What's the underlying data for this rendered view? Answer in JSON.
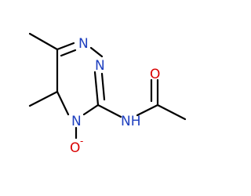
{
  "molecule": {
    "colors": {
      "background": "#ffffff",
      "bond": "#000000",
      "nitrogen": "#1e3fbf",
      "oxygen": "#d90000"
    },
    "labels": {
      "ring_n1": "N",
      "ring_n2": "N",
      "ring_n4": "N",
      "amide_nh": "NH",
      "carbonyl_o": "O",
      "n_oxide_o": "O",
      "n_oxide_charge": "-"
    }
  }
}
